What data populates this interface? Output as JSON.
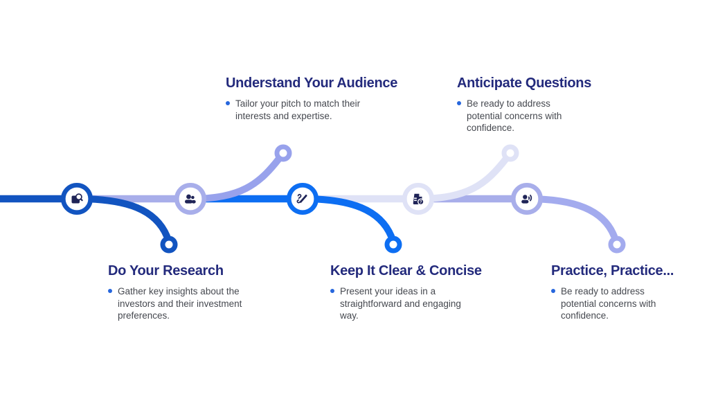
{
  "palette": {
    "bg": "#ffffff",
    "icon-navy": "#1f2457",
    "title-navy": "#232a7c",
    "body-gray": "#45484f",
    "bullet-blue": "#2666dd",
    "dark-blue": "#1254c0",
    "periwinkle": "#a8aeea",
    "mid-periwinkle": "#98a2ec",
    "bright-blue": "#0d6ef2",
    "light-lavender": "#dfe2f6",
    "soft-periwinkle": "#a3abee"
  },
  "milestones": [
    {
      "title": "Do Your Research",
      "description": "Gather key insights about the investors and their investment preferences.",
      "icon": "document-search-icon",
      "position": "below",
      "accent": "#1254c0"
    },
    {
      "title": "Understand Your Audience",
      "description": "Tailor your pitch to match their interests and expertise.",
      "icon": "audience-people-icon",
      "position": "above",
      "accent": "#a8aeea"
    },
    {
      "title": "Keep It Clear & Concise",
      "description": "Present your ideas in a straightforward and engaging way.",
      "icon": "pen-writing-icon",
      "position": "below",
      "accent": "#0d6ef2"
    },
    {
      "title": "Anticipate Questions",
      "description": "Be ready to address potential concerns with confidence.",
      "icon": "document-question-icon",
      "position": "above",
      "accent": "#dfe2f6"
    },
    {
      "title": "Practice, Practice...",
      "description": "Be ready to address potential concerns with confidence.",
      "icon": "person-speaking-icon",
      "position": "below",
      "accent": "#a3abee"
    }
  ]
}
